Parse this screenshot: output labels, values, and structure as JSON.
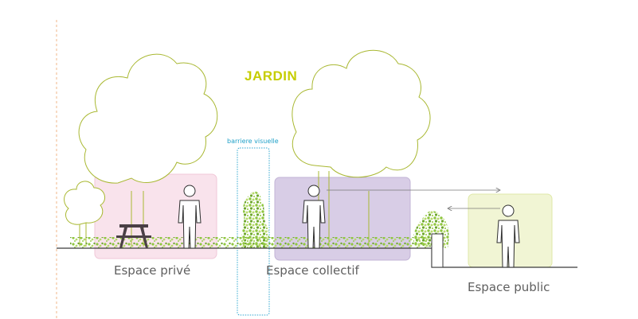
{
  "diagram": {
    "title": "JARDIN",
    "barrier_label": "barriere visuelle",
    "zones": {
      "private": "Espace privé",
      "collective": "Espace collectif",
      "public": "Espace public"
    },
    "colors": {
      "title": "#c6cd00",
      "barrier": "#1fa0c8",
      "private_zone": "#f9e3ec",
      "collective_zone": "#d8cde6",
      "public_zone": "#f1f5d4",
      "tree_outline": "#a9b832",
      "vegetation": "#8fc63f",
      "ground": "#3a3a3a",
      "label_text": "#5f5f5f"
    },
    "icons": [
      "tree-icon",
      "person-icon",
      "picnic-table-icon",
      "hedge-icon",
      "arrow-icon"
    ]
  }
}
